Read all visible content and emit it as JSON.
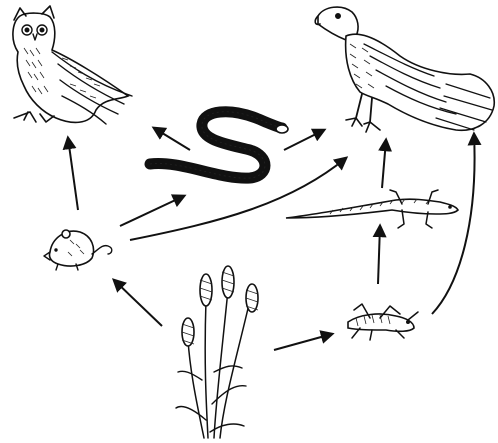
{
  "diagram": {
    "type": "food-web",
    "organisms": [
      {
        "id": "owl",
        "icon": "owl-icon"
      },
      {
        "id": "hawk",
        "icon": "hawk-icon"
      },
      {
        "id": "snake",
        "icon": "snake-icon"
      },
      {
        "id": "lizard",
        "icon": "lizard-icon"
      },
      {
        "id": "mouse",
        "icon": "mouse-icon"
      },
      {
        "id": "grasshopper",
        "icon": "grasshopper-icon"
      },
      {
        "id": "wheat",
        "icon": "wheat-icon"
      }
    ],
    "arrows": [
      {
        "from": "wheat",
        "to": "mouse"
      },
      {
        "from": "wheat",
        "to": "grasshopper"
      },
      {
        "from": "mouse",
        "to": "owl"
      },
      {
        "from": "mouse",
        "to": "snake"
      },
      {
        "from": "mouse",
        "to": "hawk"
      },
      {
        "from": "snake",
        "to": "owl"
      },
      {
        "from": "snake",
        "to": "hawk"
      },
      {
        "from": "lizard",
        "to": "hawk"
      },
      {
        "from": "grasshopper",
        "to": "lizard"
      },
      {
        "from": "grasshopper",
        "to": "hawk"
      }
    ]
  },
  "colors": {
    "ink": "#111111",
    "background": "#ffffff"
  }
}
